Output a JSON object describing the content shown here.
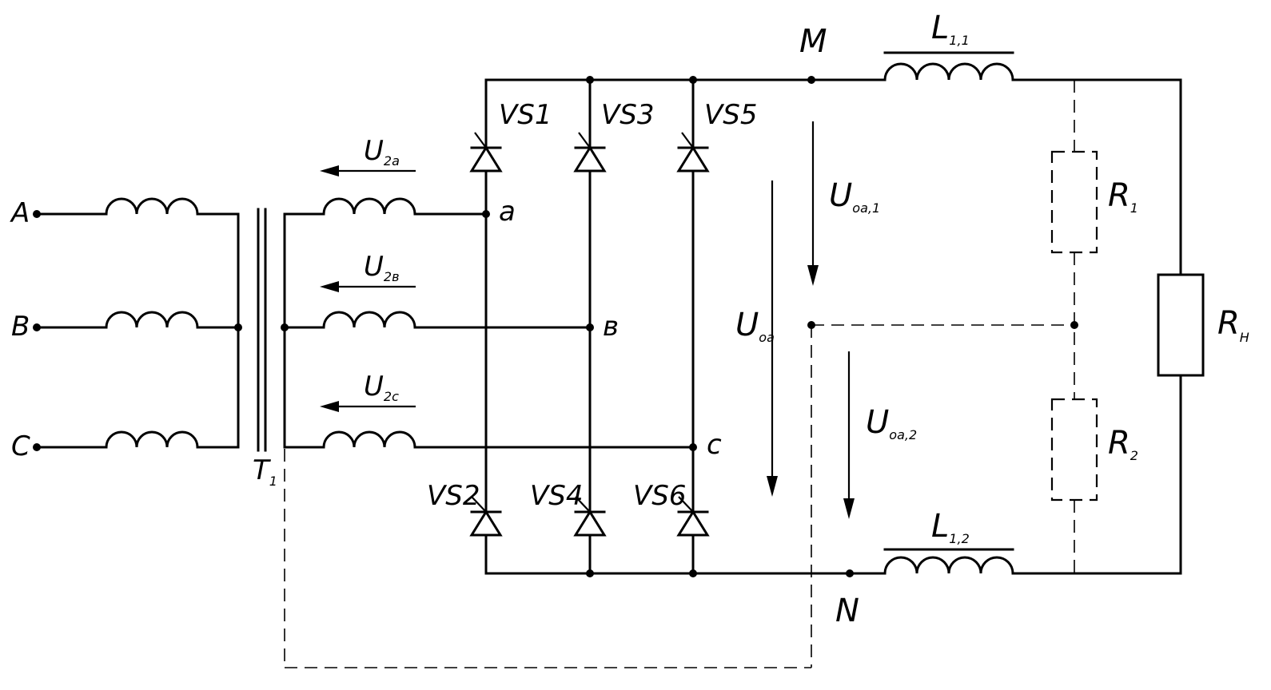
{
  "terminals": {
    "a_phase": "A",
    "b_phase": "B",
    "c_phase": "C"
  },
  "transformer": {
    "label": "T",
    "sub": "1"
  },
  "secondary_voltages": [
    {
      "main": "U",
      "sub": "2a"
    },
    {
      "main": "U",
      "sub": "2в"
    },
    {
      "main": "U",
      "sub": "2c"
    }
  ],
  "nodes": {
    "a": "a",
    "b": "в",
    "c": "c",
    "M": "M",
    "N": "N"
  },
  "thyristors": [
    "VS1",
    "VS3",
    "VS5",
    "VS2",
    "VS4",
    "VS6"
  ],
  "voltages": {
    "total": {
      "main": "U",
      "sub": "oa"
    },
    "half1": {
      "main": "U",
      "sub": "oa,1"
    },
    "half2": {
      "main": "U",
      "sub": "oa,2"
    }
  },
  "inductors": [
    {
      "main": "L",
      "sub": "1,1"
    },
    {
      "main": "L",
      "sub": "1,2"
    }
  ],
  "resistors": {
    "r1": {
      "main": "R",
      "sub": "1"
    },
    "r2": {
      "main": "R",
      "sub": "2"
    },
    "load": {
      "main": "R",
      "sub": "H"
    }
  }
}
